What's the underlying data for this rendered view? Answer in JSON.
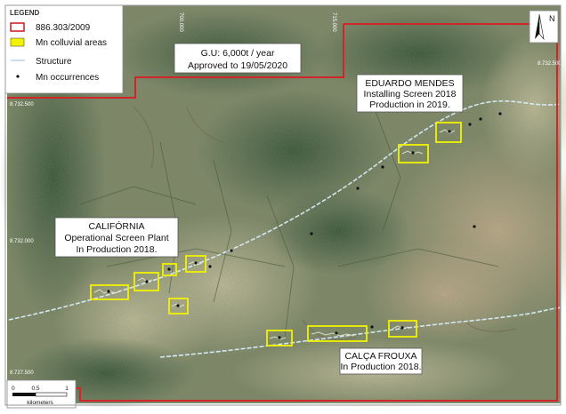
{
  "legend": {
    "title": "LEGEND",
    "items": [
      {
        "label": "886.303/2009",
        "kind": "boundary",
        "color": "#d0262a"
      },
      {
        "label": "Mn colluvial areas",
        "kind": "area",
        "color": "#f2f200"
      },
      {
        "label": "Structure",
        "kind": "line",
        "color": "#cfe8f6"
      },
      {
        "label": "Mn occurrences",
        "kind": "point",
        "color": "#000000"
      }
    ]
  },
  "approval_note": {
    "line1": "G.U: 6,000t / year",
    "line2": "Approved to 19/05/2020"
  },
  "sites": [
    {
      "name": "EDUARDO MENDES",
      "line2": "Installing Screen 2018",
      "line3": "Production in 2019."
    },
    {
      "name": "CALIFÓRNIA",
      "line2": "Operational Screen Plant",
      "line3": "In Production 2018."
    },
    {
      "name": "CALÇA FROUXA",
      "line2": "In Production 2018."
    }
  ],
  "grid_labels": {
    "top_left": "8.732.500",
    "top_right": "8.732.500",
    "mid_left": "8.732.000",
    "bottom_left": "8.727.500",
    "top_col_a": "700.000",
    "top_col_b": "715.000"
  },
  "scale_bar": {
    "ticks": [
      "0",
      "0.5",
      "1"
    ],
    "unit": "kilometers"
  },
  "north_arrow": {
    "label": "N"
  },
  "colors": {
    "boundary": "#d0262a",
    "mn_area": "#f2f200",
    "structure": "#d8ecf8",
    "veg_dark": "#3b5a3a",
    "field_light": "#b7b08d"
  }
}
